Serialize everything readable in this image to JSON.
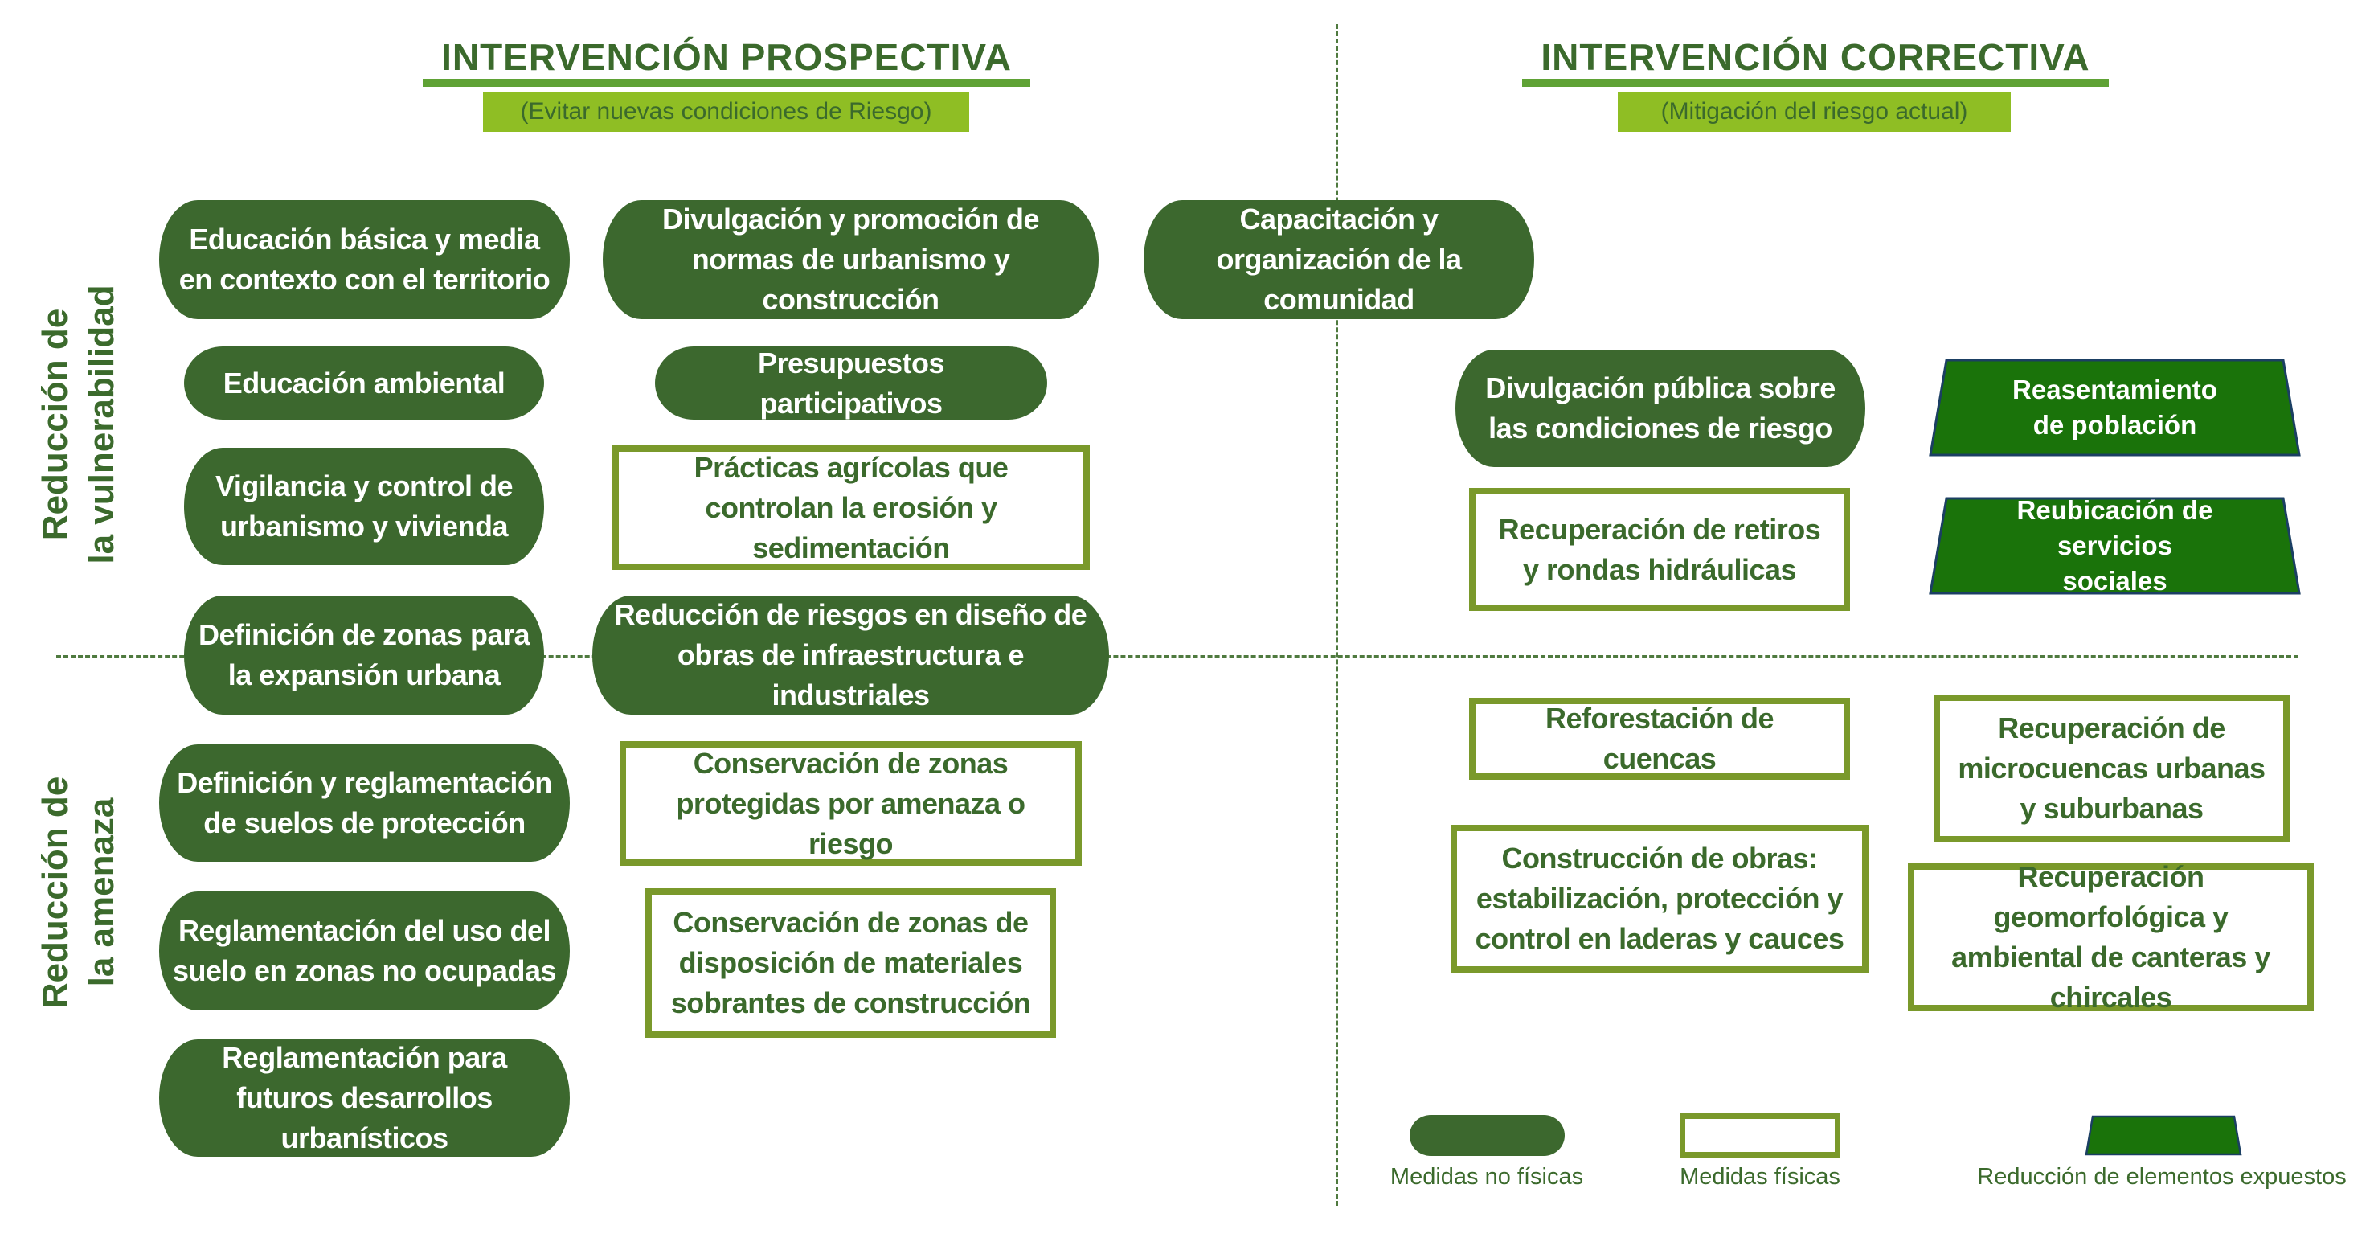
{
  "headers": {
    "prospective": {
      "title": "INTERVENCIÓN PROSPECTIVA",
      "subtitle": "(Evitar nuevas condiciones de Riesgo)"
    },
    "corrective": {
      "title": "INTERVENCIÓN CORRECTIVA",
      "subtitle": "(Mitigación del riesgo actual)"
    }
  },
  "row_labels": {
    "vulnerability": {
      "line1": "Reducción de",
      "line2": "la vulnerabilidad"
    },
    "threat": {
      "line1": "Reducción de",
      "line2": "la amenaza"
    }
  },
  "measures": {
    "educacion_basica": "Educación básica y media en contexto con el territorio",
    "divulgacion_normas": "Divulgación y promoción de normas de urbanismo y construcción",
    "capacitacion": "Capacitación y organización de la comunidad",
    "educacion_ambiental": "Educación ambiental",
    "presupuestos": "Presupuestos participativos",
    "vigilancia": "Vigilancia y control de urbanismo y vivienda",
    "practicas_agricolas": "Prácticas agrícolas que controlan la erosión y sedimentación",
    "definicion_zonas": "Definición de zonas para la expansión urbana",
    "reduccion_riesgos": "Reducción de riesgos en diseño de obras de infraestructura e industriales",
    "definicion_reglamentacion": "Definición y reglamentación de suelos de protección",
    "conservacion_protegidas": "Conservación de zonas protegidas por amenaza o riesgo",
    "reglamentacion_uso": "Reglamentación del uso del suelo en zonas no ocupadas",
    "conservacion_disposicion": "Conservación de zonas de disposición de materiales sobrantes de construcción",
    "reglamentacion_futuros": "Reglamentación para futuros desarrollos urbanísticos",
    "divulgacion_publica": "Divulgación pública sobre las condiciones de riesgo",
    "recuperacion_retiros": "Recuperación de retiros y rondas hidráulicas",
    "reforestacion": "Reforestación de cuencas",
    "construccion_obras": "Construcción de obras: estabilización, protección y control en laderas y cauces",
    "recuperacion_microcuencas": "Recuperación de microcuencas urbanas y suburbanas",
    "recuperacion_geomorfologica": "Recuperación geomorfológica y ambiental de canteras y chircales",
    "reasentamiento": "Reasentamiento de población",
    "reubicacion": "Reubicación de servicios sociales"
  },
  "legend": {
    "non_physical": "Medidas no físicas",
    "physical": "Medidas físicas",
    "exposed": "Reducción de elementos expuestos"
  },
  "colors": {
    "non_physical_fill": "#3c682e",
    "physical_border": "#7a992b",
    "exposed_fill": "#1a730a",
    "exposed_border": "#1b3f63",
    "title_text": "#3b6a2c",
    "underline": "#5fa235",
    "subtitle_bg": "#8fbe24"
  }
}
